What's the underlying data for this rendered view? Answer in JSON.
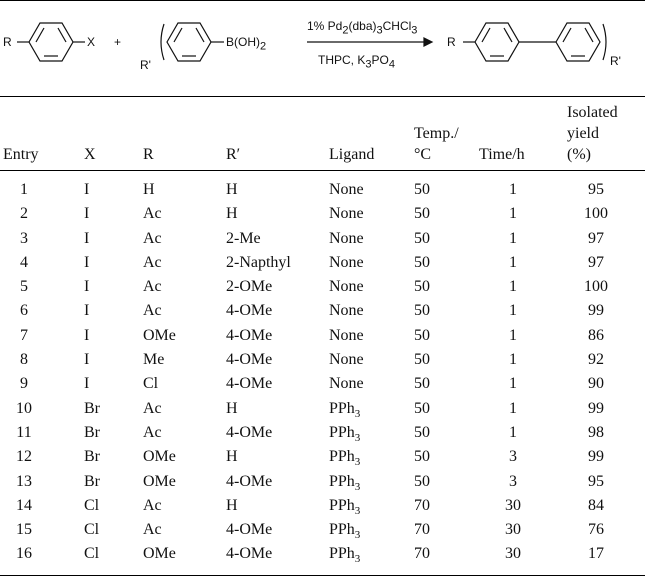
{
  "scheme": {
    "reactant1_r": "R",
    "reactant1_x": "X",
    "plus": "+",
    "reactant2_rprime": "R'",
    "reactant2_group": "B(OH)",
    "reactant2_group_sub": "2",
    "cond_top": "1% Pd",
    "cond_top_sub1": "2",
    "cond_top_mid": "(dba)",
    "cond_top_sub2": "3",
    "cond_top_end": "CHCl",
    "cond_top_sub3": "3",
    "cond_bottom": "THPC, K",
    "cond_bottom_sub1": "3",
    "cond_bottom_end": "PO",
    "cond_bottom_sub2": "4",
    "product_r": "R",
    "product_rprime": "R'"
  },
  "table": {
    "headers": {
      "entry": "Entry",
      "x": "X",
      "r": "R",
      "rprime": "R′",
      "ligand": "Ligand",
      "temp_line1": "Temp./",
      "temp_line2": "°C",
      "time": "Time/h",
      "yield_line1": "Isolated",
      "yield_line2": "yield",
      "yield_line3": "(%)"
    },
    "rows": [
      {
        "entry": "1",
        "x": "I",
        "r": "H",
        "rprime": "H",
        "ligand": "None",
        "ligand_sub": "",
        "temp": "50",
        "time": "1",
        "yield": "95"
      },
      {
        "entry": "2",
        "x": "I",
        "r": "Ac",
        "rprime": "H",
        "ligand": "None",
        "ligand_sub": "",
        "temp": "50",
        "time": "1",
        "yield": "100"
      },
      {
        "entry": "3",
        "x": "I",
        "r": "Ac",
        "rprime": "2-Me",
        "ligand": "None",
        "ligand_sub": "",
        "temp": "50",
        "time": "1",
        "yield": "97"
      },
      {
        "entry": "4",
        "x": "I",
        "r": "Ac",
        "rprime": "2-Napthyl",
        "ligand": "None",
        "ligand_sub": "",
        "temp": "50",
        "time": "1",
        "yield": "97"
      },
      {
        "entry": "5",
        "x": "I",
        "r": "Ac",
        "rprime": "2-OMe",
        "ligand": "None",
        "ligand_sub": "",
        "temp": "50",
        "time": "1",
        "yield": "100"
      },
      {
        "entry": "6",
        "x": "I",
        "r": "Ac",
        "rprime": "4-OMe",
        "ligand": "None",
        "ligand_sub": "",
        "temp": "50",
        "time": "1",
        "yield": "99"
      },
      {
        "entry": "7",
        "x": "I",
        "r": "OMe",
        "rprime": "4-OMe",
        "ligand": "None",
        "ligand_sub": "",
        "temp": "50",
        "time": "1",
        "yield": "86"
      },
      {
        "entry": "8",
        "x": "I",
        "r": "Me",
        "rprime": "4-OMe",
        "ligand": "None",
        "ligand_sub": "",
        "temp": "50",
        "time": "1",
        "yield": "92"
      },
      {
        "entry": "9",
        "x": "I",
        "r": "Cl",
        "rprime": "4-OMe",
        "ligand": "None",
        "ligand_sub": "",
        "temp": "50",
        "time": "1",
        "yield": "90"
      },
      {
        "entry": "10",
        "x": "Br",
        "r": "Ac",
        "rprime": "H",
        "ligand": "PPh",
        "ligand_sub": "3",
        "temp": "50",
        "time": "1",
        "yield": "99"
      },
      {
        "entry": "11",
        "x": "Br",
        "r": "Ac",
        "rprime": "4-OMe",
        "ligand": "PPh",
        "ligand_sub": "3",
        "temp": "50",
        "time": "1",
        "yield": "98"
      },
      {
        "entry": "12",
        "x": "Br",
        "r": "OMe",
        "rprime": "H",
        "ligand": "PPh",
        "ligand_sub": "3",
        "temp": "50",
        "time": "3",
        "yield": "99"
      },
      {
        "entry": "13",
        "x": "Br",
        "r": "OMe",
        "rprime": "4-OMe",
        "ligand": "PPh",
        "ligand_sub": "3",
        "temp": "50",
        "time": "3",
        "yield": "95"
      },
      {
        "entry": "14",
        "x": "Cl",
        "r": "Ac",
        "rprime": "H",
        "ligand": "PPh",
        "ligand_sub": "3",
        "temp": "70",
        "time": "30",
        "yield": "84"
      },
      {
        "entry": "15",
        "x": "Cl",
        "r": "Ac",
        "rprime": "4-OMe",
        "ligand": "PPh",
        "ligand_sub": "3",
        "temp": "70",
        "time": "30",
        "yield": "76"
      },
      {
        "entry": "16",
        "x": "Cl",
        "r": "OMe",
        "rprime": "4-OMe",
        "ligand": "PPh",
        "ligand_sub": "3",
        "temp": "70",
        "time": "30",
        "yield": "17"
      }
    ]
  }
}
